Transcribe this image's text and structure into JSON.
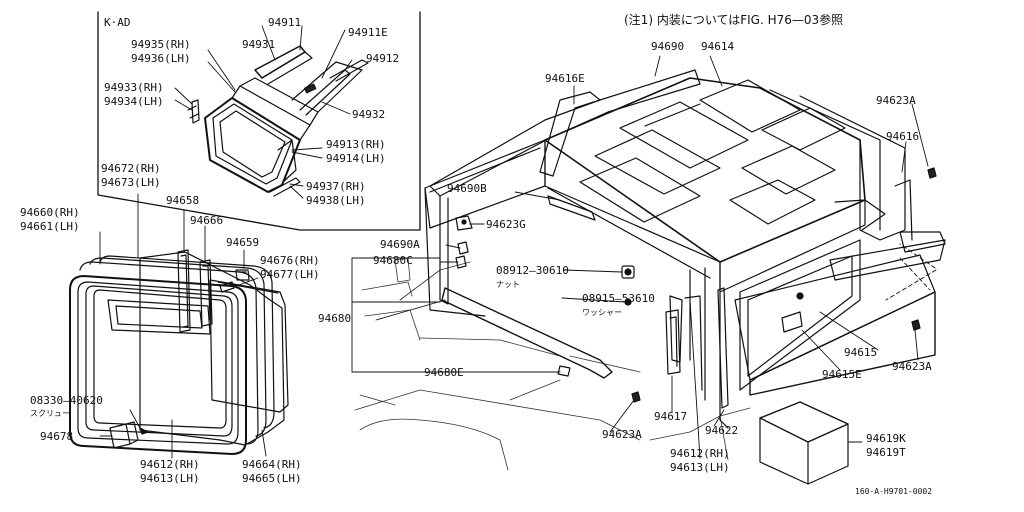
{
  "note": "(注1) 内装についてはFIG. H76—03参照",
  "inset_title": "K·AD",
  "drawing_code": "160-A-H9701-0002",
  "labels": {
    "p94911": "94911",
    "p94911E": "94911E",
    "p94931": "94931",
    "p94935": "94935(RH)",
    "p94936": "94936(LH)",
    "p94912": "94912",
    "p94933": "94933(RH)",
    "p94934": "94934(LH)",
    "p94932": "94932",
    "p94913": "94913(RH)",
    "p94914": "94914(LH)",
    "p94937": "94937(RH)",
    "p94938": "94938(LH)",
    "p94672": "94672(RH)",
    "p94673": "94673(LH)",
    "p94660": "94660(RH)",
    "p94661": "94661(LH)",
    "p94658": "94658",
    "p94666": "94666",
    "p94659": "94659",
    "p94676": "94676(RH)",
    "p94677": "94677(LH)",
    "p08330": "08330—40620",
    "screw": "スクリュー",
    "p94678": "94678",
    "p94612a": "94612(RH)",
    "p94613a": "94613(LH)",
    "p94664": "94664(RH)",
    "p94665": "94665(LH)",
    "p94690": "94690",
    "p94614": "94614",
    "p94616E": "94616E",
    "p94690B": "94690B",
    "p94623G": "94623G",
    "p94690A": "94690A",
    "p94680C": "94680C",
    "p08912": "08912—30610",
    "nut": "ナット",
    "p08915": "08915—53610",
    "washer": "ワッシャー",
    "p94680": "94680",
    "p94680E": "94680E",
    "p94623A_tr": "94623A",
    "p94616": "94616",
    "p94615": "94615",
    "p94615E": "94615E",
    "p94623A_r": "94623A",
    "p94617": "94617",
    "p94623A_b": "94623A",
    "p94622": "94622",
    "p94612b": "94612(RH)",
    "p94613b": "94613(LH)",
    "p94619K": "94619K",
    "p94619T": "94619T"
  }
}
